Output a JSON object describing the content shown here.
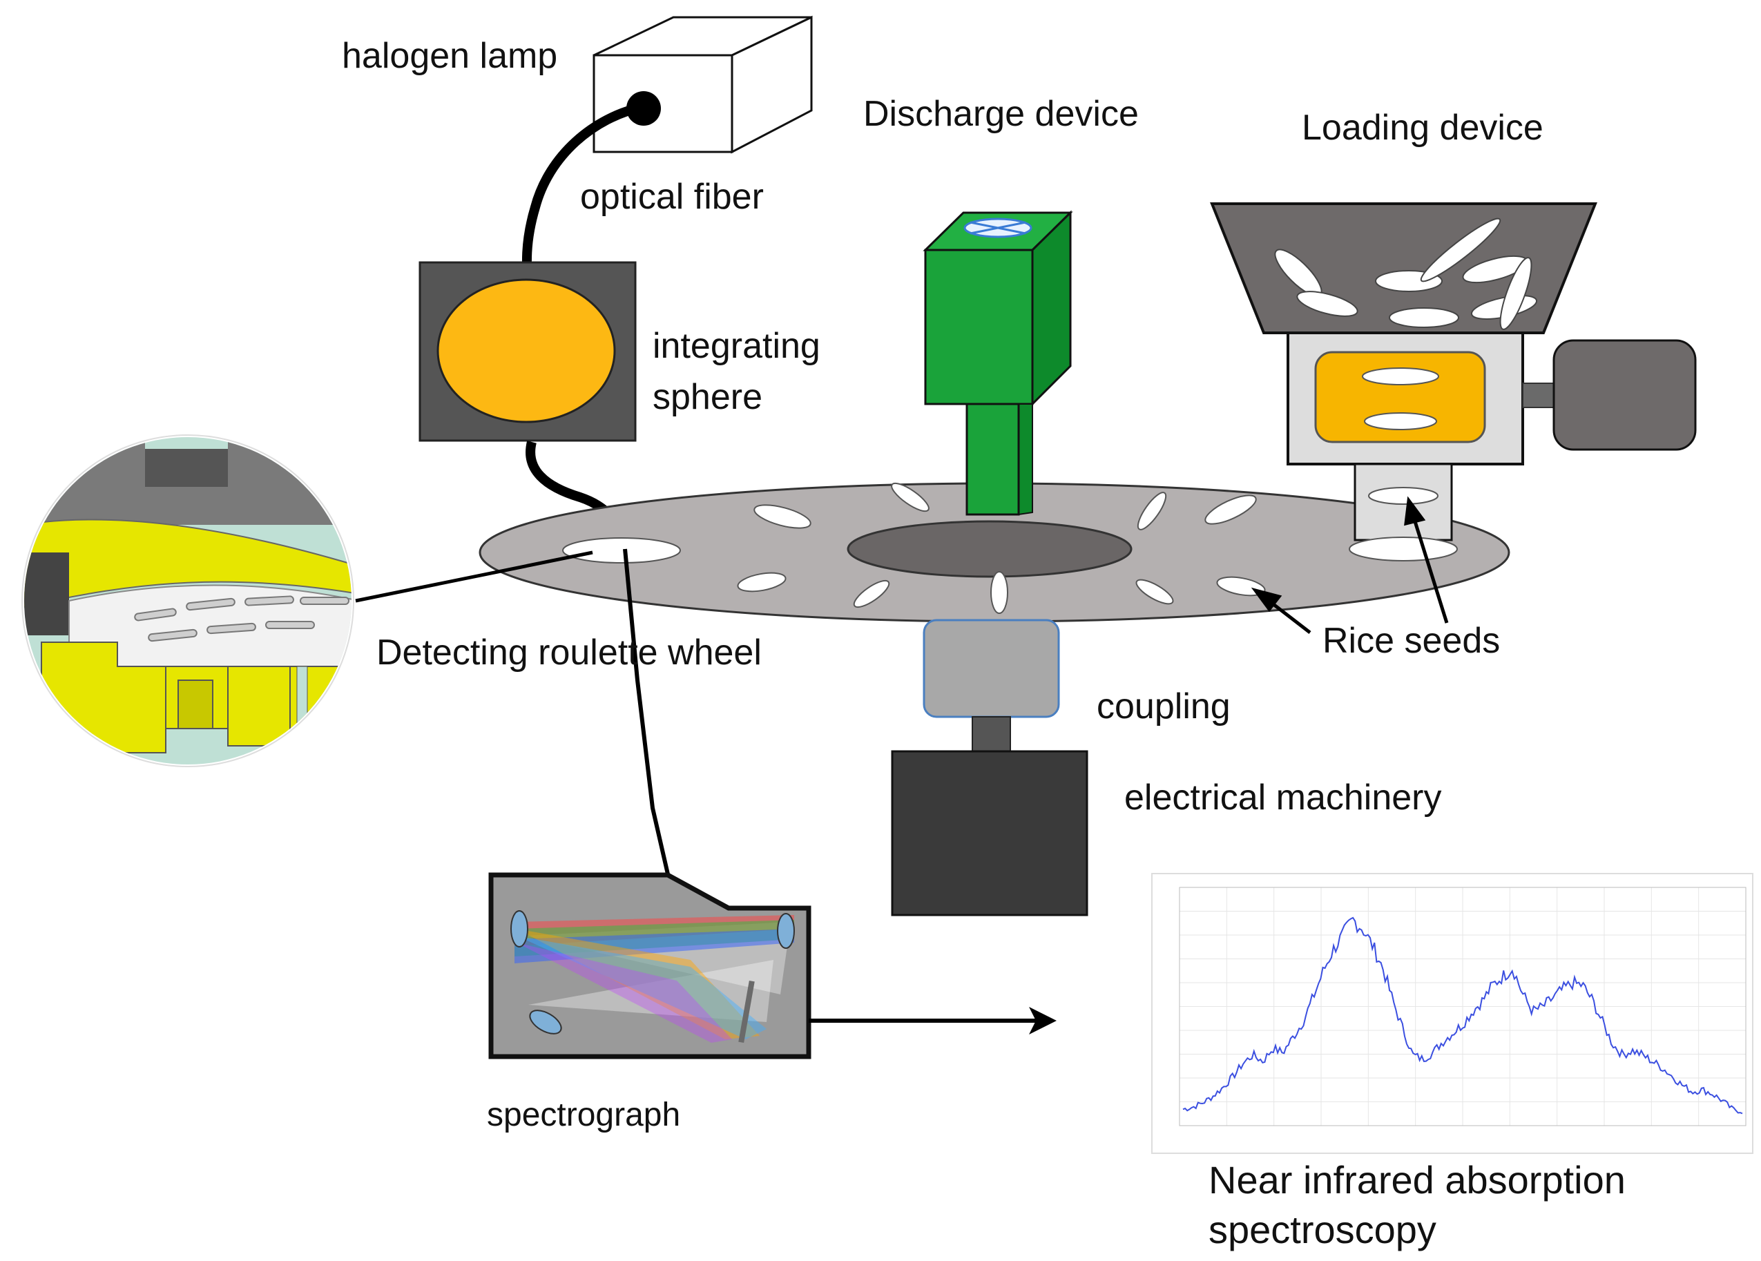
{
  "labels": {
    "halogen_lamp": "halogen lamp",
    "optical_fiber": "optical fiber",
    "discharge_device": "Discharge device",
    "loading_device": "Loading device",
    "integrating_sphere_line1": "integrating",
    "integrating_sphere_line2": "sphere",
    "detecting_roulette_wheel": "Detecting roulette wheel",
    "rice_seeds": "Rice seeds",
    "coupling": "coupling",
    "electrical_machinery": "electrical machinery",
    "spectrograph": "spectrograph",
    "nir_line1": "Near infrared absorption",
    "nir_line2": "spectroscopy"
  },
  "colors": {
    "fiber": "#000000",
    "sphere_box": "#555555",
    "sphere": "#FDB813",
    "discharge_green": "#1AA33A",
    "discharge_green_dark": "#0D8A2B",
    "wheel": "#B4B0B0",
    "hopper": "#6E6A6A",
    "loader_yellow": "#F7B500",
    "motor": "#3A3A3A",
    "coupling": "#A8A8A8",
    "spectrum_line": "#3B4FE0",
    "detail_yellow": "#E6E600"
  },
  "spectrum_plot": {
    "shape": [
      0.05,
      0.06,
      0.08,
      0.11,
      0.15,
      0.2,
      0.26,
      0.3,
      0.27,
      0.33,
      0.31,
      0.38,
      0.45,
      0.56,
      0.68,
      0.78,
      0.85,
      0.92,
      0.88,
      0.8,
      0.7,
      0.55,
      0.42,
      0.3,
      0.28,
      0.31,
      0.36,
      0.4,
      0.44,
      0.5,
      0.55,
      0.62,
      0.66,
      0.7,
      0.58,
      0.5,
      0.52,
      0.56,
      0.6,
      0.63,
      0.62,
      0.55,
      0.45,
      0.35,
      0.3,
      0.32,
      0.3,
      0.27,
      0.24,
      0.2,
      0.16,
      0.13,
      0.14,
      0.12,
      0.09,
      0.05,
      0.04
    ]
  }
}
